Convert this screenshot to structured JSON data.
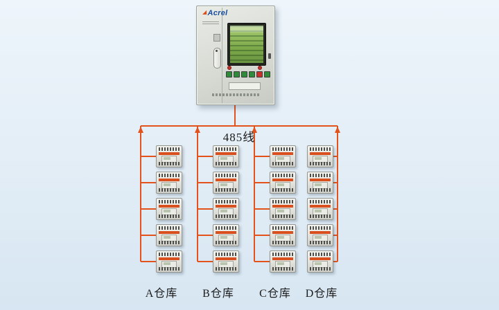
{
  "wire": {
    "color": "#e2521a",
    "bus_label": "485线"
  },
  "cabinet": {
    "brand": "Acrel",
    "brand_color": "#1a4e9e",
    "logo_mark": "◢",
    "button_colors": [
      "#2e8b3a",
      "#2e8b3a",
      "#2e8b3a",
      "#2e8b3a",
      "#c9302c",
      "#2e8b3a"
    ]
  },
  "devices": {
    "stripe_color": "#d94f1e",
    "columns_count": 4,
    "per_column": 5
  },
  "columns": [
    {
      "label": "A仓库"
    },
    {
      "label": "B仓库"
    },
    {
      "label": "C仓库"
    },
    {
      "label": "D仓库"
    }
  ]
}
